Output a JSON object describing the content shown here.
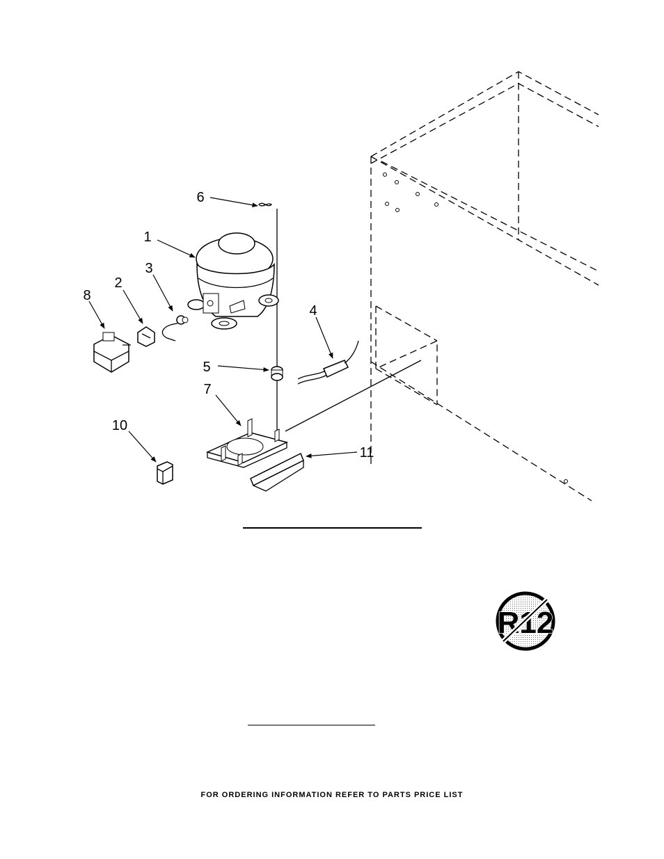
{
  "callouts": {
    "c1": "1",
    "c2": "2",
    "c3": "3",
    "c4": "4",
    "c5": "5",
    "c6": "6",
    "c7": "7",
    "c8": "8",
    "c10": "10",
    "c11": "11"
  },
  "badge": {
    "text": "R12"
  },
  "footer": {
    "text": "FOR ORDERING INFORMATION REFER TO PARTS PRICE LIST"
  },
  "icons": {
    "no_r12": "no-r12-refrigerant-icon"
  }
}
